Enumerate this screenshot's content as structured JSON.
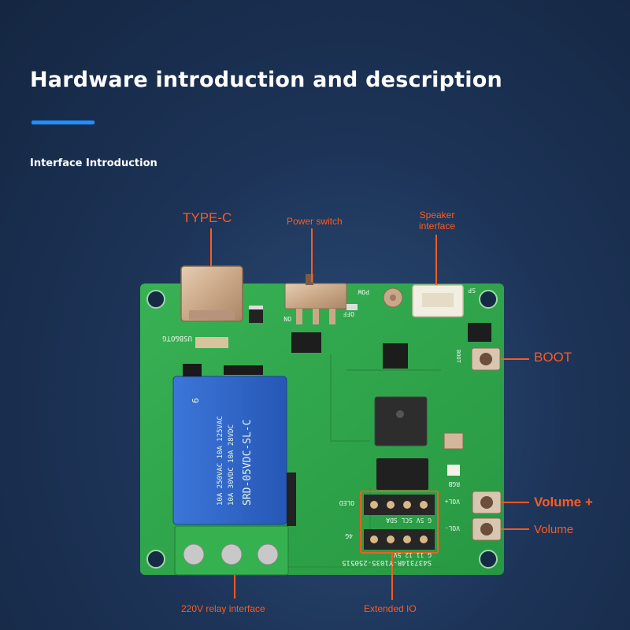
{
  "heading": {
    "title": "Hardware introduction and description",
    "subtitle": "Interface Introduction"
  },
  "callouts": {
    "type_c": "TYPE-C",
    "power_switch": "Power switch",
    "speaker_line1": "Speaker",
    "speaker_line2": "interface",
    "boot": "BOOT",
    "volume_plus": "Volume +",
    "volume_minus": "Volume",
    "relay": "220V relay interface",
    "extended_io": "Extended IO"
  },
  "pcb_silkscreen": {
    "usb_otg": "USB&OTG",
    "on": "ON",
    "off": "OFF",
    "pow": "POW",
    "sp": "SP",
    "boot": "BOOT",
    "rgb": "RGB",
    "vol_plus": "VOL+",
    "vol_minus": "VOL-",
    "oled": "OLED",
    "4g": "4G",
    "io_row1": "G 5V SCL SDA",
    "io_row2": "G 11 12 5V",
    "serial": "S437314R-Y1035-250515"
  },
  "relay_print": {
    "brand_num": "6",
    "line1": "10A 250VAC  10A 125VAC",
    "line2": "10A 30VDC   10A 28VDC",
    "model": "SRD-05VDC-SL-C"
  },
  "colors": {
    "accent_label": "#ff5a1f",
    "title_bar": "#1f8fff",
    "pcb_green": "#2fa84a",
    "relay_blue": "#2a63c9"
  }
}
